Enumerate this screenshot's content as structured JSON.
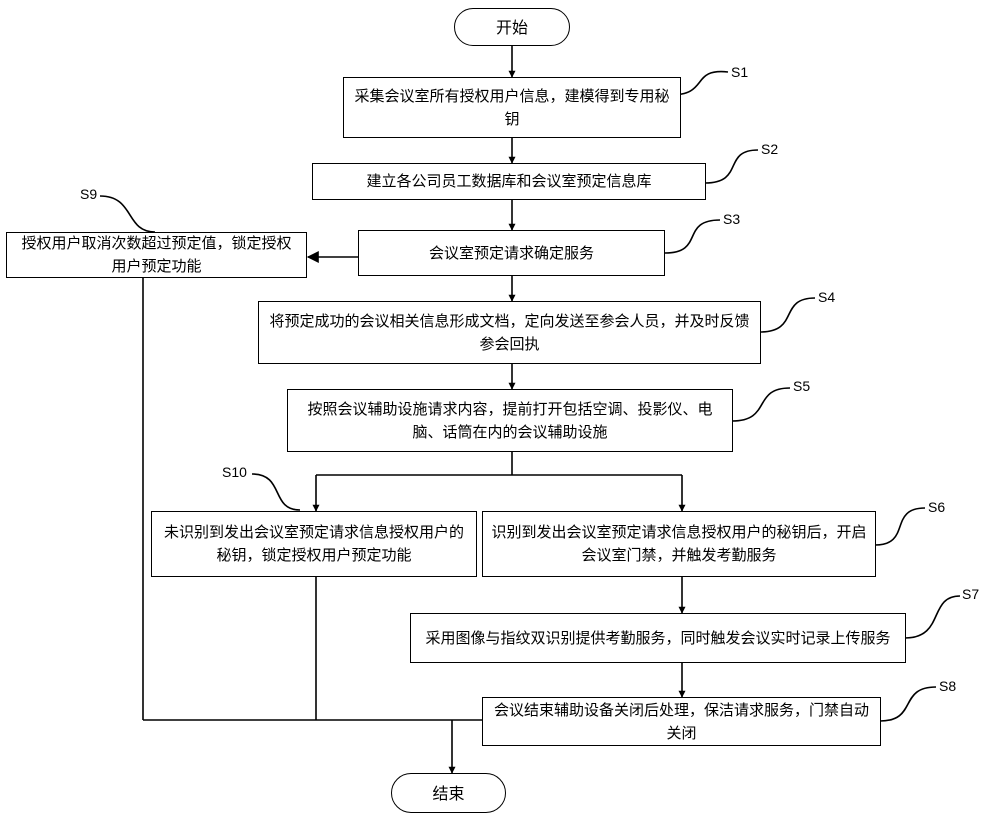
{
  "nodes": {
    "start": "开始",
    "s1": "采集会议室所有授权用户信息，建模得到专用秘钥",
    "s2": "建立各公司员工数据库和会议室预定信息库",
    "s3": "会议室预定请求确定服务",
    "s9": "授权用户取消次数超过预定值，锁定授权用户预定功能",
    "s4": "将预定成功的会议相关信息形成文档，定向发送至参会人员，并及时反馈参会回执",
    "s5": "按照会议辅助设施请求内容，提前打开包括空调、投影仪、电脑、话筒在内的会议辅助设施",
    "s10": "未识别到发出会议室预定请求信息授权用户的秘钥，锁定授权用户预定功能",
    "s6": "识别到发出会议室预定请求信息授权用户的秘钥后，开启会议室门禁，并触发考勤服务",
    "s7": "采用图像与指纹双识别提供考勤服务，同时触发会议实时记录上传服务",
    "s8": "会议结束辅助设备关闭后处理，保洁请求服务，门禁自动关闭",
    "end": "结束"
  },
  "labels": {
    "s1": "S1",
    "s2": "S2",
    "s3": "S3",
    "s4": "S4",
    "s5": "S5",
    "s6": "S6",
    "s7": "S7",
    "s8": "S8",
    "s9": "S9",
    "s10": "S10"
  }
}
